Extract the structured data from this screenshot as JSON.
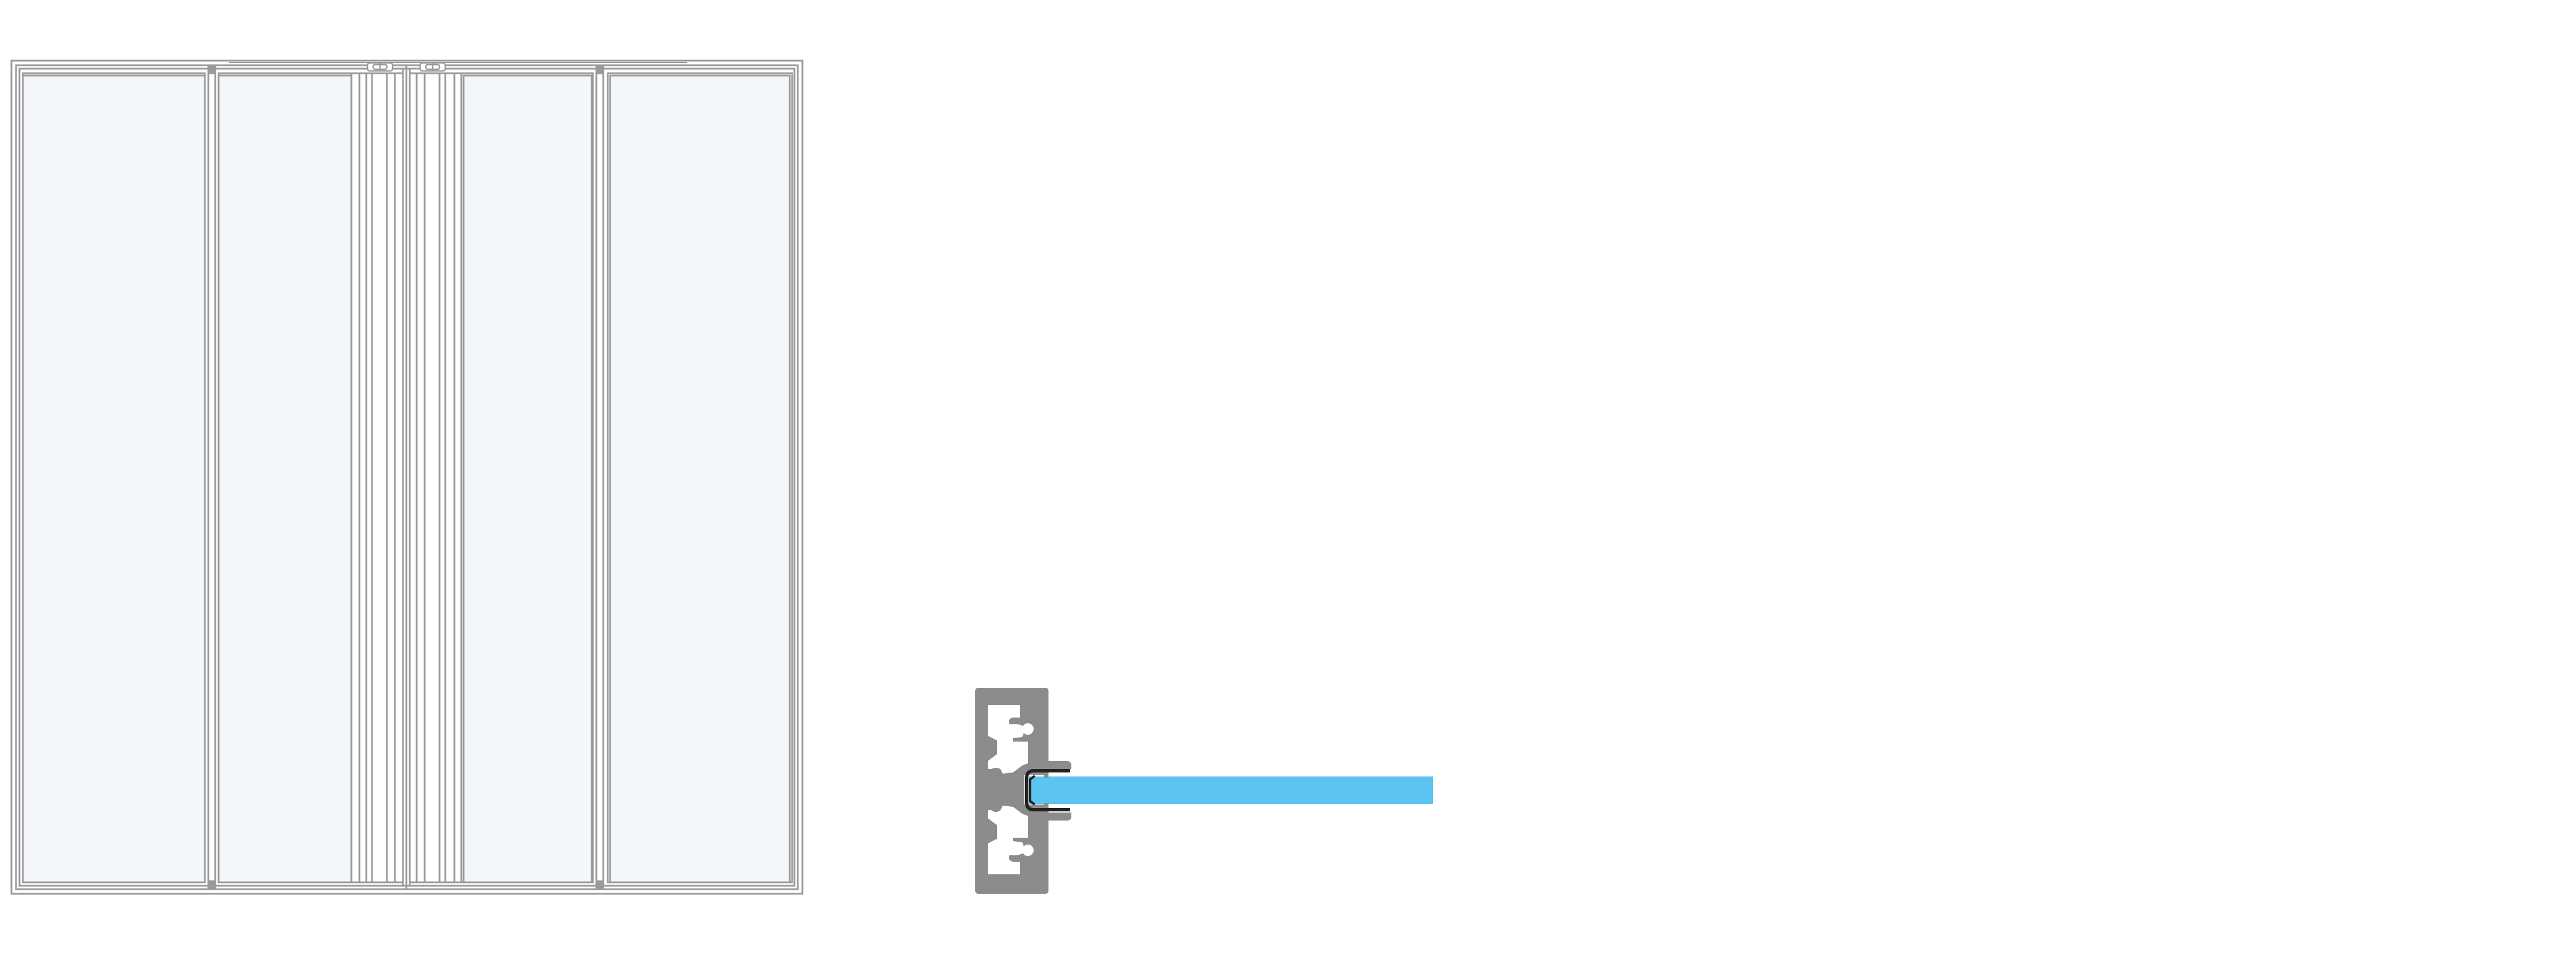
{
  "diagram": {
    "elevation": {
      "frame_color": "#ffffff",
      "line_color": "#9a9a9a",
      "glass_color": "#f3f7fa",
      "panels": [
        {
          "id": "fixed-left",
          "type": "fixed"
        },
        {
          "id": "folding-left",
          "type": "folding-door"
        },
        {
          "id": "folding-right",
          "type": "folding-door"
        },
        {
          "id": "fixed-right",
          "type": "fixed"
        }
      ]
    },
    "profile_section": {
      "profile_color": "#8c8c8c",
      "gasket_color": "#222222",
      "glass_color": "#5bc4f0"
    }
  }
}
